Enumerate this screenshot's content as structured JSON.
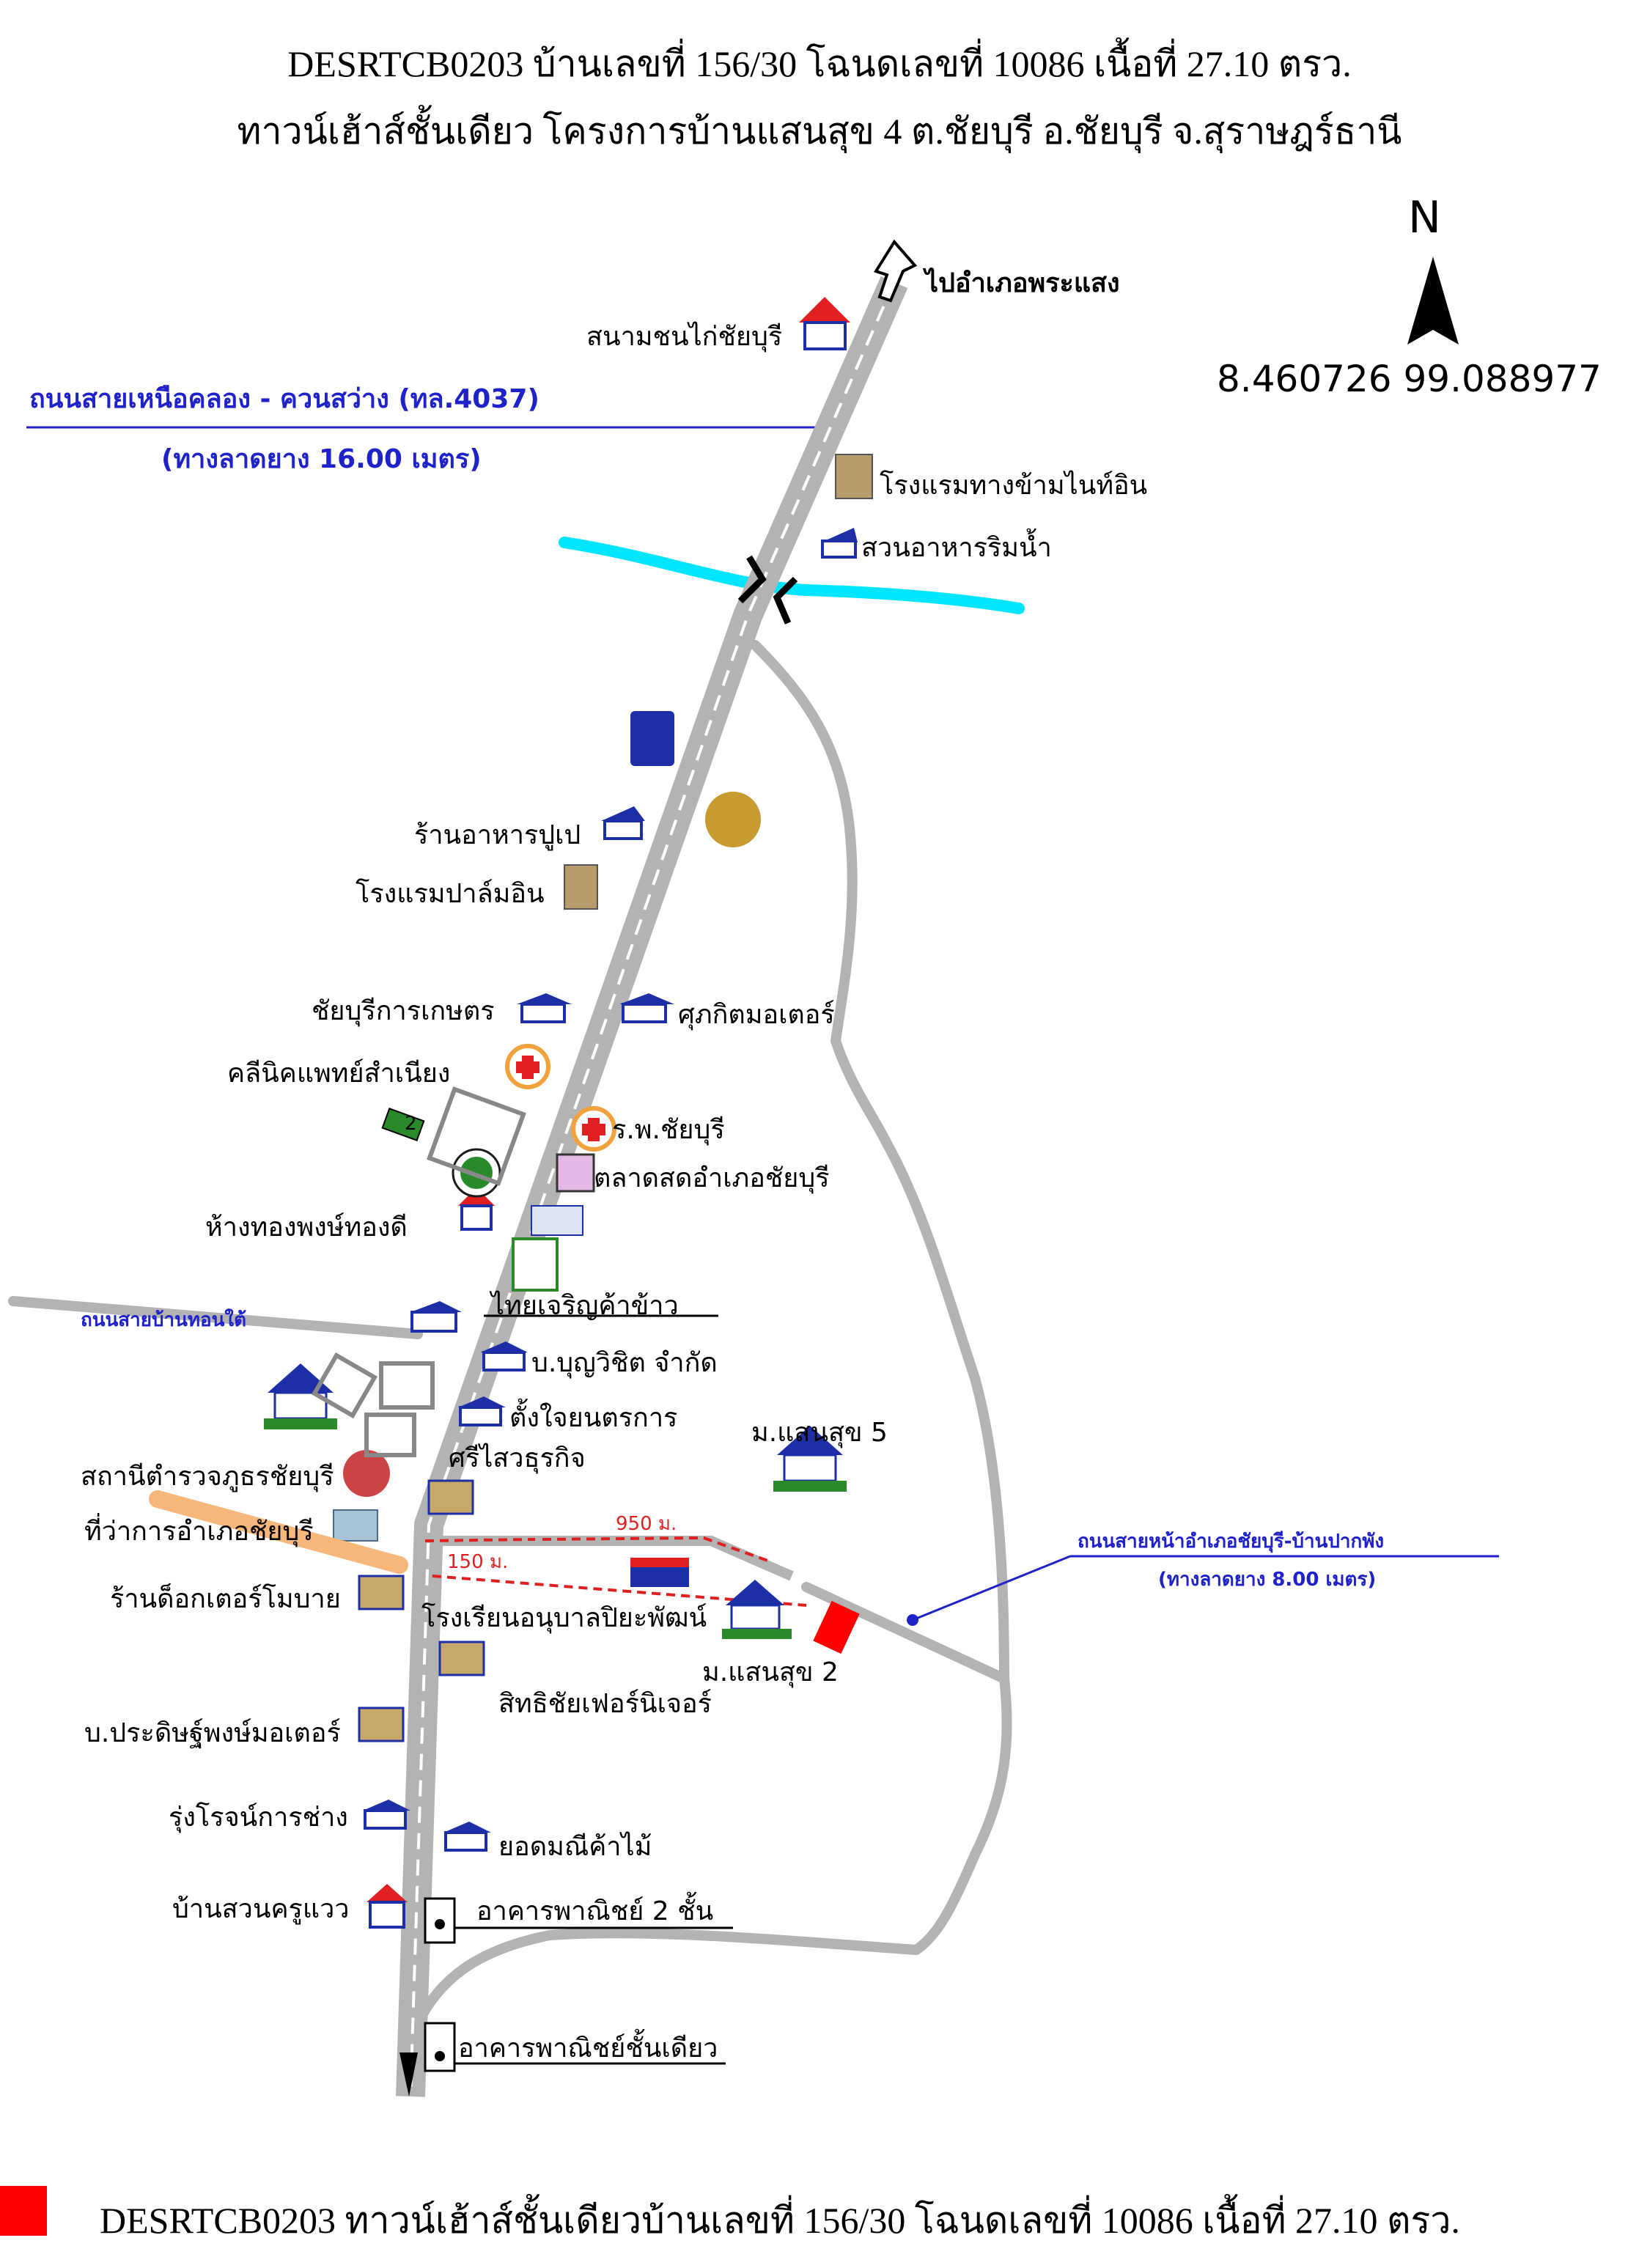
{
  "header": {
    "line1": "DESRTCB0203  บ้านเลขที่ 156/30 โฉนดเลขที่ 10086  เนื้อที่ 27.10 ตรว.",
    "line2": "ทาวน์เฮ้าส์ชั้นเดียว โครงการบ้านแสนสุข 4 ต.ชัยบุรี อ.ชัยบุรี   จ.สุราษฎร์ธานี"
  },
  "compass": {
    "north": "N",
    "coordinates": "8.460726  99.088977"
  },
  "roads": {
    "north_road": "ถนนสายเหนือคลอง - ควนสว่าง (ทล.4037)",
    "north_road_sub": "(ทางลาดยาง 16.00 เมตร)",
    "to_district": "ไปอำเภอพระแสง",
    "tho_tai": "ถนนสายบ้านทอนใต้",
    "front_road": "ถนนสายหน้าอำเภอชัยบุรี-บ้านปากพัง",
    "front_road_sub": "(ทางลาดยาง 8.00 เมตร)"
  },
  "distances": {
    "d950": "950 ม.",
    "d150": "150 ม."
  },
  "places": {
    "p1": "สนามชนไก่ชัยบุรี",
    "p2": "โรงแรมทางข้ามไนท์อิน",
    "p3": "สวนอาหารริมน้ำ",
    "p4": "ร้านอาหารปูเป",
    "p5": "โรงแรมปาล์มอิน",
    "p6": "ชัยบุรีการเกษตร",
    "p7": "ศุภกิตมอเตอร์",
    "p8": "คลีนิคแพทย์สำเนียง",
    "p9": "ร.พ.ชัยบุรี",
    "p10": "ตลาดสดอำเภอชัยบุรี",
    "p11": "ห้างทองพงษ์ทองดี",
    "p12": "ไทยเจริญค้าข้าว",
    "p13": "บ.บุญวิชิต จำกัด",
    "p14": "ตั้งใจยนตรการ",
    "p15": "ศรีไสวธุรกิจ",
    "p16": "สถานีตำรวจภูธรชัยบุรี",
    "p17": "ที่ว่าการอำเภอชัยบุรี",
    "p18": "ร้านด็อกเตอร์โมบาย",
    "p19": "โรงเรียนอนุบาลปิยะพัฒน์",
    "p20": "สิทธิชัยเฟอร์นิเจอร์",
    "p21": "บ.ประดิษฐ์พงษ์มอเตอร์",
    "p22": "รุ่งโรจน์การช่าง",
    "p23": "ยอดมณีค้าไม้",
    "p24": "บ้านสวนครูแวว",
    "p25": "อาคารพาณิชย์ 2 ชั้น",
    "p26": "อาคารพาณิชย์ชั้นเดียว",
    "p27": "ม.แสนสุข 5",
    "p28": "ม.แสนสุข 2",
    "badge": "2"
  },
  "footer": {
    "text": "DESRTCB0203  ทาวน์เฮ้าส์ชั้นเดียวบ้านเลขที่ 156/30 โฉนดเลขที่ 10086  เนื้อที่ 27.10 ตรว."
  },
  "colors": {
    "road": "#b3b3b3",
    "river": "#00e5ff",
    "label_blue": "#1f22c8",
    "marker": "#ff0000",
    "house_roof_red": "#e02020",
    "shop_roof": "#1c2fa6"
  }
}
